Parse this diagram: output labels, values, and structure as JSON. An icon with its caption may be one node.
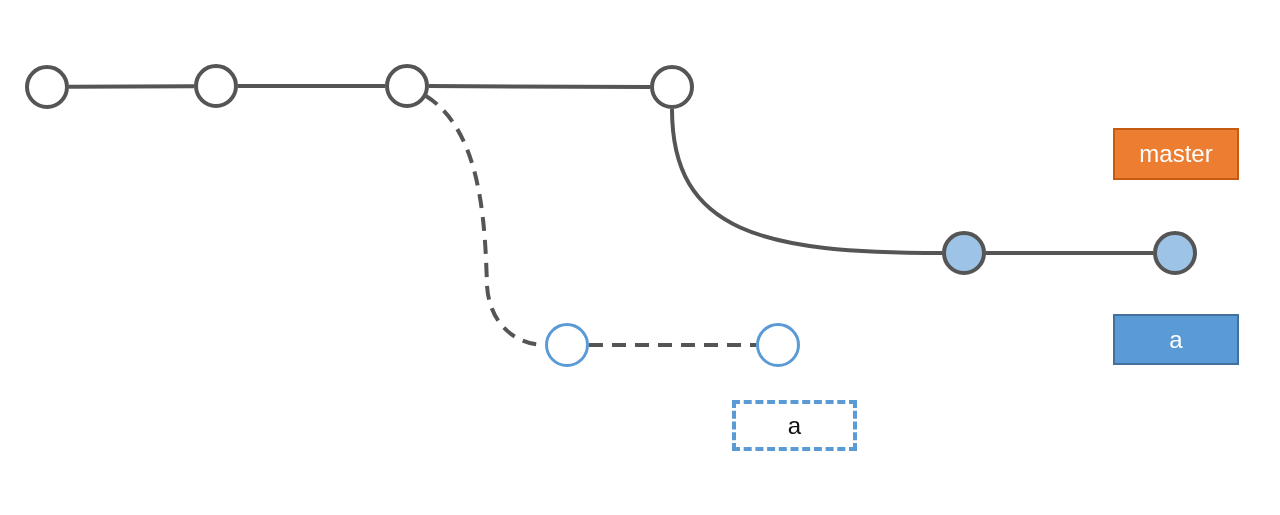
{
  "diagram": {
    "nodes": [
      {
        "text": [],
        "shape": "circle"
      },
      {
        "text": [],
        "shape": "circle"
      },
      {
        "text": [],
        "shape": "circle"
      },
      {
        "text": [],
        "shape": "circle"
      },
      {
        "text": [],
        "shape": "circle"
      },
      {
        "text": [],
        "shape": "circle"
      },
      {
        "text": [],
        "shape": "circle"
      },
      {
        "text": [],
        "shape": "circle"
      },
      {
        "text": [
          "master"
        ]
      },
      {
        "text": [
          "a"
        ]
      },
      {
        "text": [
          "a"
        ]
      }
    ],
    "edges": [
      {
        "from": 0,
        "to": 1,
        "arrow": "none"
      },
      {
        "from": 1,
        "to": 2,
        "arrow": "none"
      },
      {
        "from": 2,
        "to": 3,
        "arrow": "none"
      },
      {
        "from": 3,
        "to": 4,
        "arrow": "none"
      },
      {
        "from": 4,
        "to": 5,
        "arrow": "none"
      },
      {
        "from": 2,
        "to": 6,
        "arrow": "none",
        "style": "dashed"
      },
      {
        "from": 6,
        "to": 7,
        "arrow": "none",
        "style": "dashed"
      }
    ]
  }
}
